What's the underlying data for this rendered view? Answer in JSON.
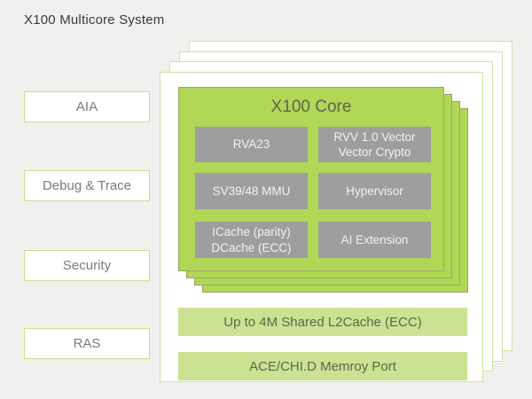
{
  "title": "X100 Multicore System",
  "sidebar": {
    "items": [
      {
        "label": "AIA"
      },
      {
        "label": "Debug & Trace"
      },
      {
        "label": "Security"
      },
      {
        "label": "RAS"
      }
    ]
  },
  "core": {
    "title": "X100 Core",
    "features": [
      {
        "lines": [
          "RVA23"
        ]
      },
      {
        "lines": [
          "RVV 1.0 Vector",
          "Vector Crypto"
        ]
      },
      {
        "lines": [
          "SV39/48 MMU"
        ]
      },
      {
        "lines": [
          "Hypervisor"
        ]
      },
      {
        "lines": [
          "ICache (parity)",
          "DCache (ECC)"
        ]
      },
      {
        "lines": [
          "AI Extension"
        ]
      }
    ]
  },
  "bars": [
    {
      "label": "Up to 4M Shared L2Cache (ECC)"
    },
    {
      "label": "ACE/CHI.D Memroy Port"
    }
  ],
  "colors": {
    "background": "#f0f0ee",
    "core_green": "#b0d756",
    "bar_green": "#cbe292",
    "card_border_green": "#cee3a0",
    "feature_gray": "#9e9e9e",
    "text_dark_green": "#5c684a",
    "side_text_gray": "#7b7b7b",
    "title_text": "#3a3a3a"
  }
}
